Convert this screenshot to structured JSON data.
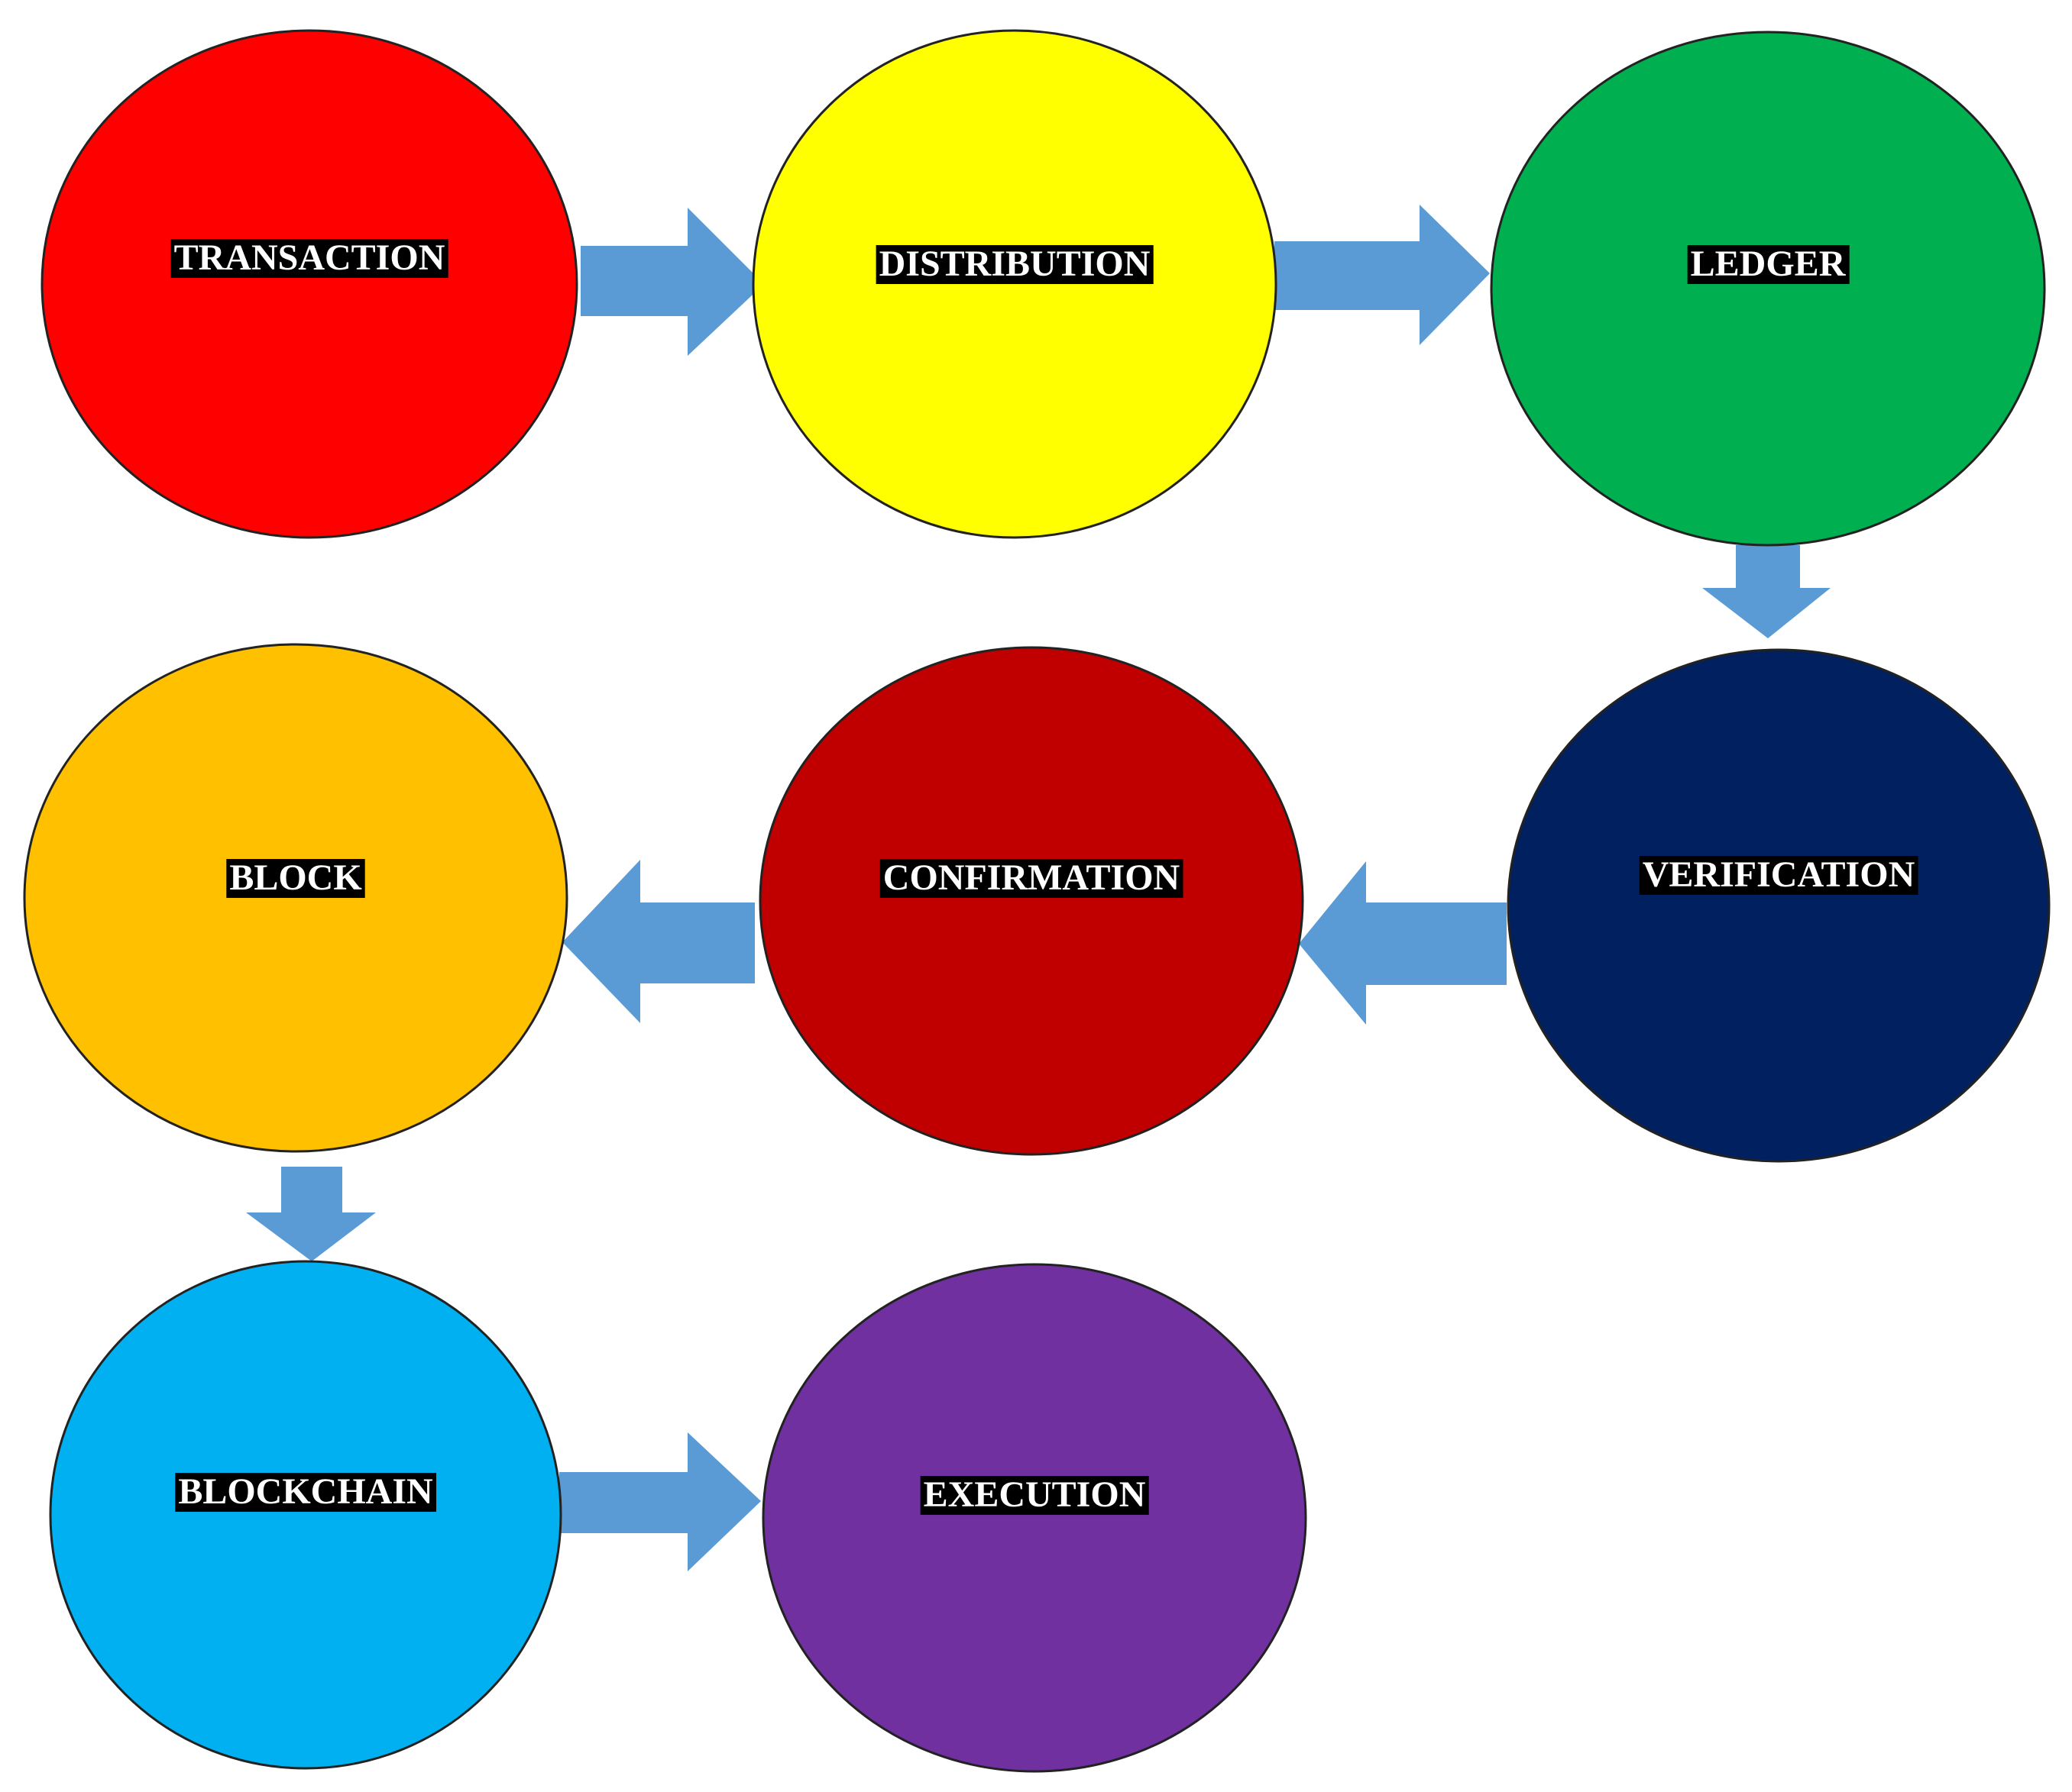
{
  "nodes": [
    {
      "id": "transaction",
      "label": "TRANSACTION",
      "fill": "#FF0000"
    },
    {
      "id": "distribution",
      "label": "DISTRIBUTION",
      "fill": "#FFFF00"
    },
    {
      "id": "ledger",
      "label": "LEDGER",
      "fill": "#00B050"
    },
    {
      "id": "verification",
      "label": "VERIFICATION",
      "fill": "#002060"
    },
    {
      "id": "confirmation",
      "label": "CONFIRMATION",
      "fill": "#C00000"
    },
    {
      "id": "block",
      "label": "BLOCK",
      "fill": "#FFC000"
    },
    {
      "id": "blockchain",
      "label": "BLOCKCHAIN",
      "fill": "#00B0F0"
    },
    {
      "id": "execution",
      "label": "EXECUTION",
      "fill": "#7030A0"
    }
  ],
  "edges": [
    {
      "from": "transaction",
      "to": "distribution"
    },
    {
      "from": "distribution",
      "to": "ledger"
    },
    {
      "from": "ledger",
      "to": "verification"
    },
    {
      "from": "verification",
      "to": "confirmation"
    },
    {
      "from": "confirmation",
      "to": "block"
    },
    {
      "from": "block",
      "to": "blockchain"
    },
    {
      "from": "blockchain",
      "to": "execution"
    }
  ],
  "colors": {
    "arrow": "#5B9BD5",
    "outline": "#222222",
    "label_background": "#000000",
    "label_text": "#FFFFFF"
  }
}
